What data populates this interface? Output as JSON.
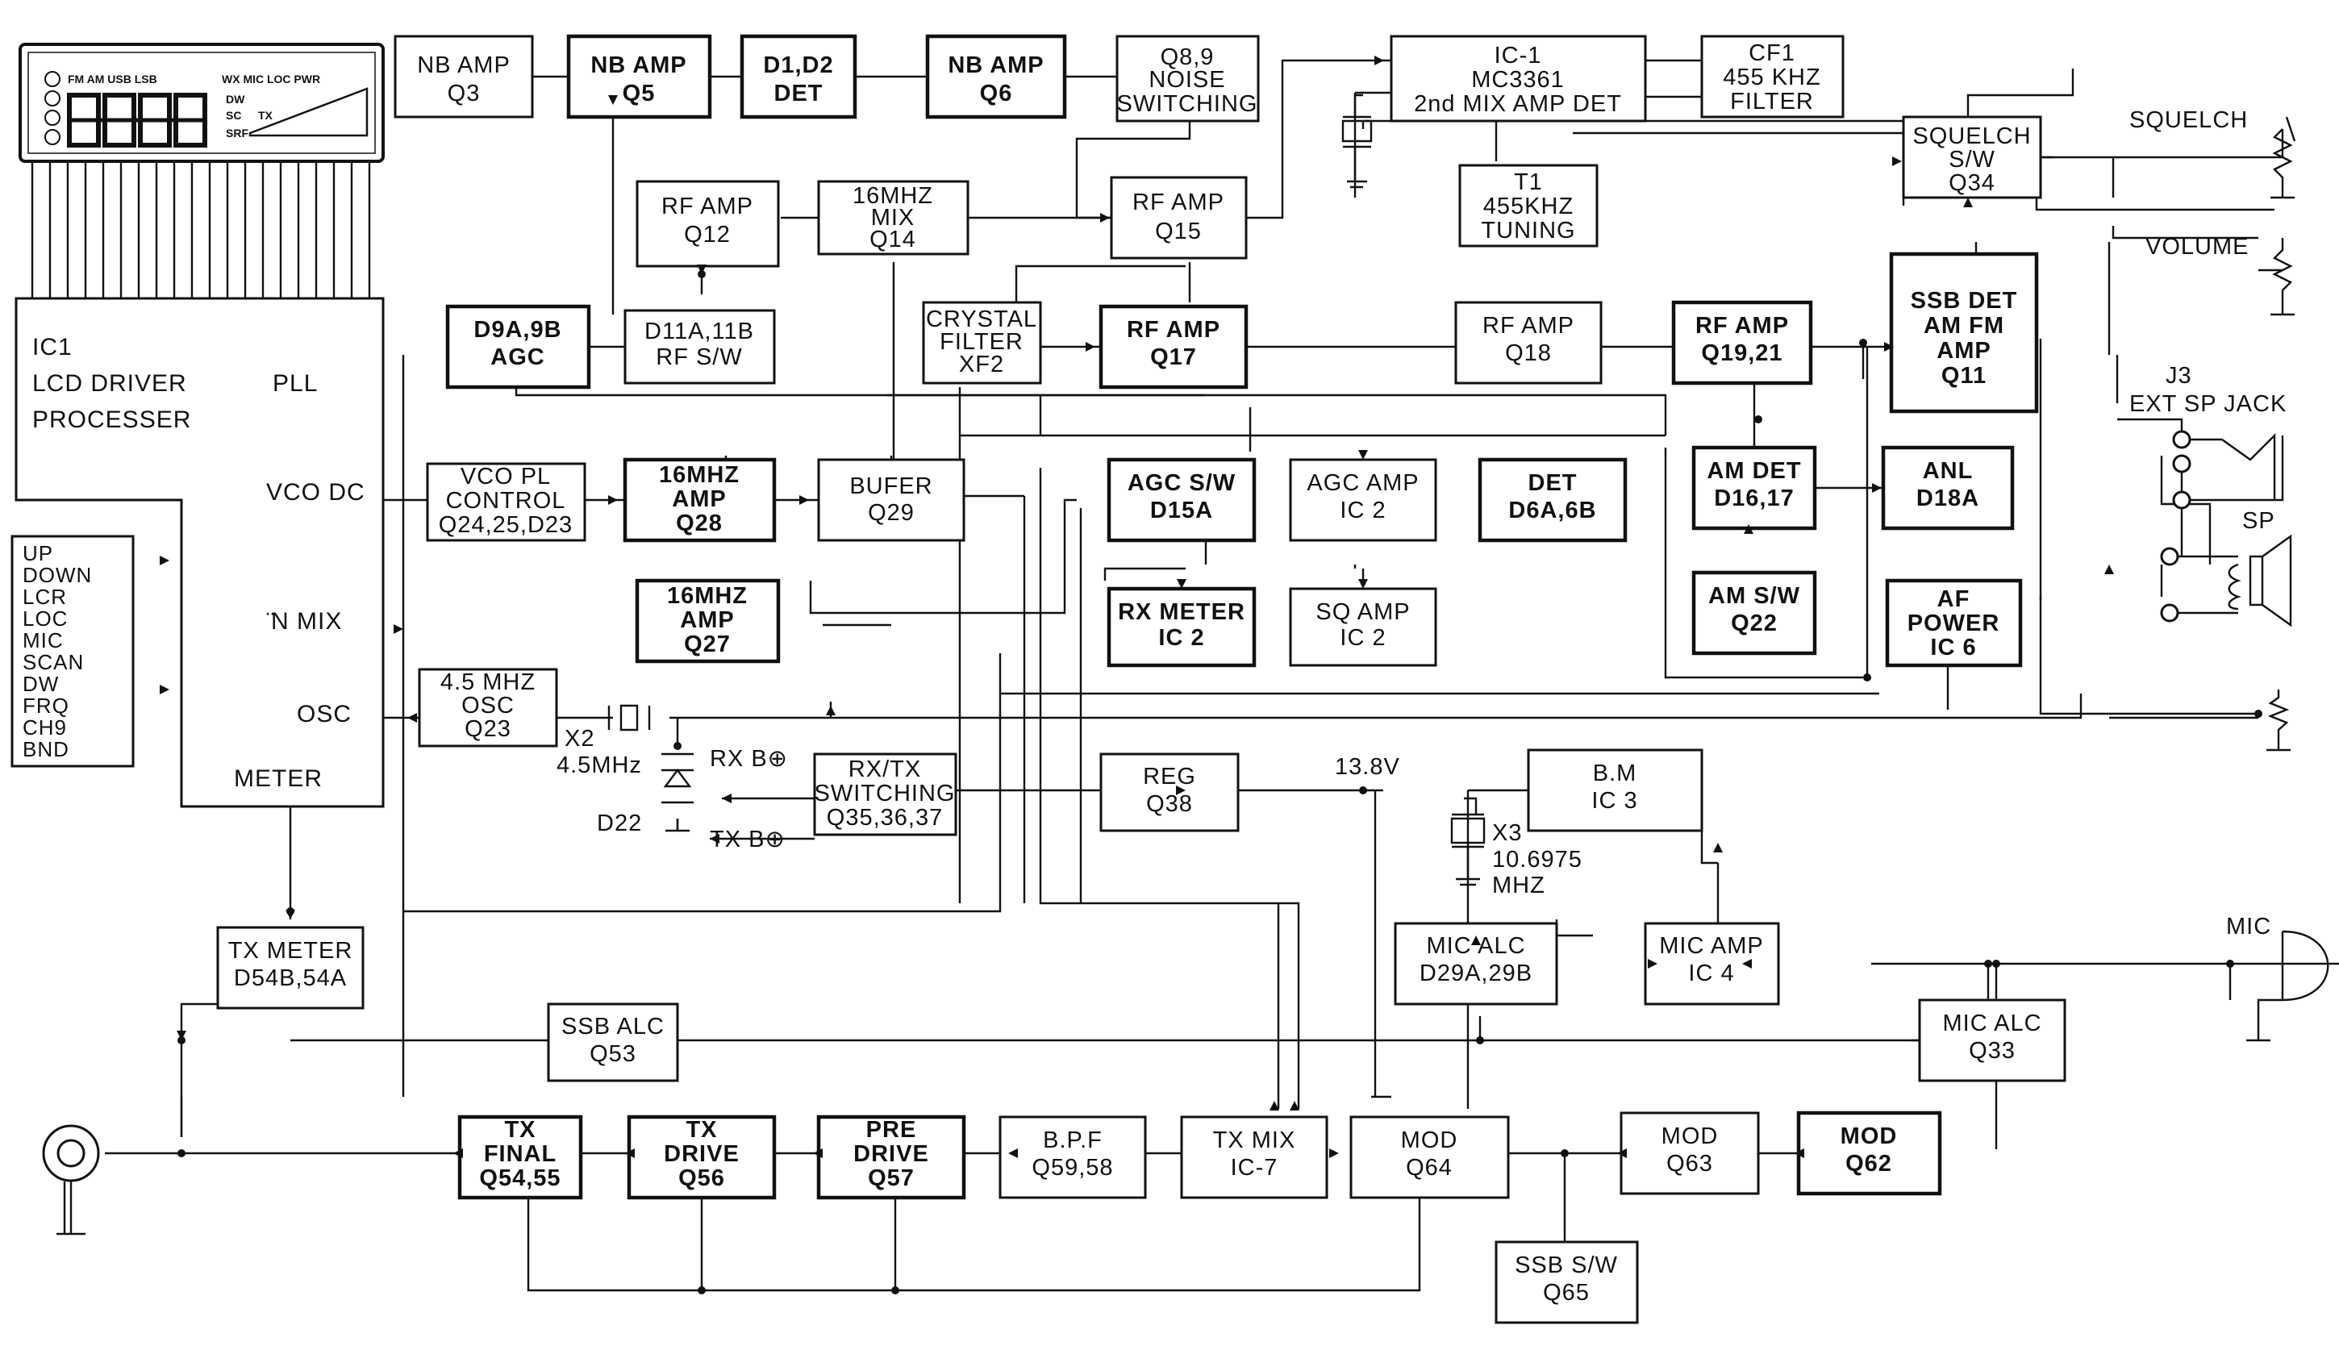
{
  "blocks": {
    "ic1": [
      "IC1",
      "LCD DRIVER",
      "PROCESSER",
      "PLL",
      "VCO DC",
      "̈N MIX",
      "OSC",
      "METER"
    ],
    "keys": [
      "UP",
      "DOWN",
      "LCR",
      "LOC",
      "MIC",
      "SCAN",
      "DW",
      "FRQ",
      "CH9",
      "BND"
    ],
    "nb_amp_q3": [
      "NB AMP",
      "Q3"
    ],
    "nb_amp_q5": [
      "NB AMP",
      "Q5"
    ],
    "det_d1d2": [
      "D1,D2",
      "DET"
    ],
    "nb_amp_q6": [
      "NB AMP",
      "Q6"
    ],
    "noise_sw": [
      "Q8,9",
      "NOISE",
      "SWITCHING"
    ],
    "ic1_mc3361": [
      "IC-1",
      "MC3361",
      "2nd MIX AMP DET"
    ],
    "cf1": [
      "CF1",
      "455 KHZ",
      "FILTER"
    ],
    "t1": [
      "T1",
      "455KHZ",
      "TUNING"
    ],
    "squelch_sw": [
      "SQUELCH",
      "S/W",
      "Q34"
    ],
    "rf_amp_q12": [
      "RF AMP",
      "Q12"
    ],
    "mix_q14": [
      "16MHZ",
      "MIX",
      "Q14"
    ],
    "rf_amp_q15": [
      "RF AMP",
      "Q15"
    ],
    "agc_d9": [
      "D9A,9B",
      "AGC"
    ],
    "rf_sw_d11": [
      "D11A,11B",
      "RF S/W"
    ],
    "crystal_filter": [
      "CRYSTAL",
      "FILTER",
      "XF2"
    ],
    "rf_amp_q17": [
      "RF AMP",
      "Q17"
    ],
    "rf_amp_q18": [
      "RF AMP",
      "Q18"
    ],
    "rf_amp_q19": [
      "RF AMP",
      "Q19,21"
    ],
    "ssb_det": [
      "SSB DET",
      "AM FM",
      "AMP",
      "Q11"
    ],
    "vco_pl": [
      "VCO PL",
      "CONTROL",
      "Q24,25,D23"
    ],
    "amp_q28": [
      "16MHZ",
      "AMP",
      "Q28"
    ],
    "bufer_q29": [
      "BUFER",
      "Q29"
    ],
    "agc_sw_d15": [
      "AGC S/W",
      "D15A"
    ],
    "agc_amp_ic2": [
      "AGC AMP",
      "IC 2"
    ],
    "det_d6": [
      "DET",
      "D6A,6B"
    ],
    "am_det": [
      "AM DET",
      "D16,17"
    ],
    "anl": [
      "ANL",
      "D18A"
    ],
    "amp_q27": [
      "16MHZ",
      "AMP",
      "Q27"
    ],
    "rx_meter": [
      "RX METER",
      "IC 2"
    ],
    "sq_amp": [
      "SQ AMP",
      "IC 2"
    ],
    "am_sw": [
      "AM S/W",
      "Q22"
    ],
    "af_power": [
      "AF",
      "POWER",
      "IC 6"
    ],
    "osc_q23": [
      "4.5 MHZ",
      "OSC",
      "Q23"
    ],
    "rxtx_sw": [
      "RX/TX",
      "SWITCHING",
      "Q35,36,37"
    ],
    "reg_q38": [
      "REG",
      "Q38"
    ],
    "bm_ic3": [
      "B.M",
      "IC 3"
    ],
    "tx_meter": [
      "TX METER",
      "D54B,54A"
    ],
    "mic_alc_d29": [
      "MIC ALC",
      "D29A,29B"
    ],
    "mic_amp_ic4": [
      "MIC AMP",
      "IC 4"
    ],
    "ssb_alc_q53": [
      "SSB ALC",
      "Q53"
    ],
    "mic_alc_q33": [
      "MIC ALC",
      "Q33"
    ],
    "tx_final": [
      "TX",
      "FINAL",
      "Q54,55"
    ],
    "tx_drive": [
      "TX",
      "DRIVE",
      "Q56"
    ],
    "pre_drive": [
      "PRE",
      "DRIVE",
      "Q57"
    ],
    "bpf": [
      "B.P.F",
      "Q59,58"
    ],
    "tx_mix": [
      "TX MIX",
      "IC-7"
    ],
    "mod_q64": [
      "MOD",
      "Q64"
    ],
    "mod_q63": [
      "MOD",
      "Q63"
    ],
    "mod_q62": [
      "MOD",
      "Q62"
    ],
    "ssb_sw_q65": [
      "SSB S/W",
      "Q65"
    ]
  },
  "labels": {
    "squelch": "SQUELCH",
    "volume": "VOLUME",
    "j3": "J3",
    "ext_sp_jack": "EXT SP JACK",
    "sp": "SP",
    "mic": "MIC",
    "x2": "X2",
    "x2_freq": "4.5MHz",
    "rx_b": "RX B⊕",
    "tx_b": "TX B⊕",
    "d22": "D22",
    "v138": "13.8V",
    "x3": "X3",
    "x3_freq": "10.6975",
    "x3_unit": "MHZ"
  },
  "lcd": {
    "indicators": "FM AM USB LSB",
    "indicators2": "WX MIC LOC PWR",
    "dw": "DW",
    "sc": "SC",
    "tx": "TX",
    "srf": "SRF"
  }
}
